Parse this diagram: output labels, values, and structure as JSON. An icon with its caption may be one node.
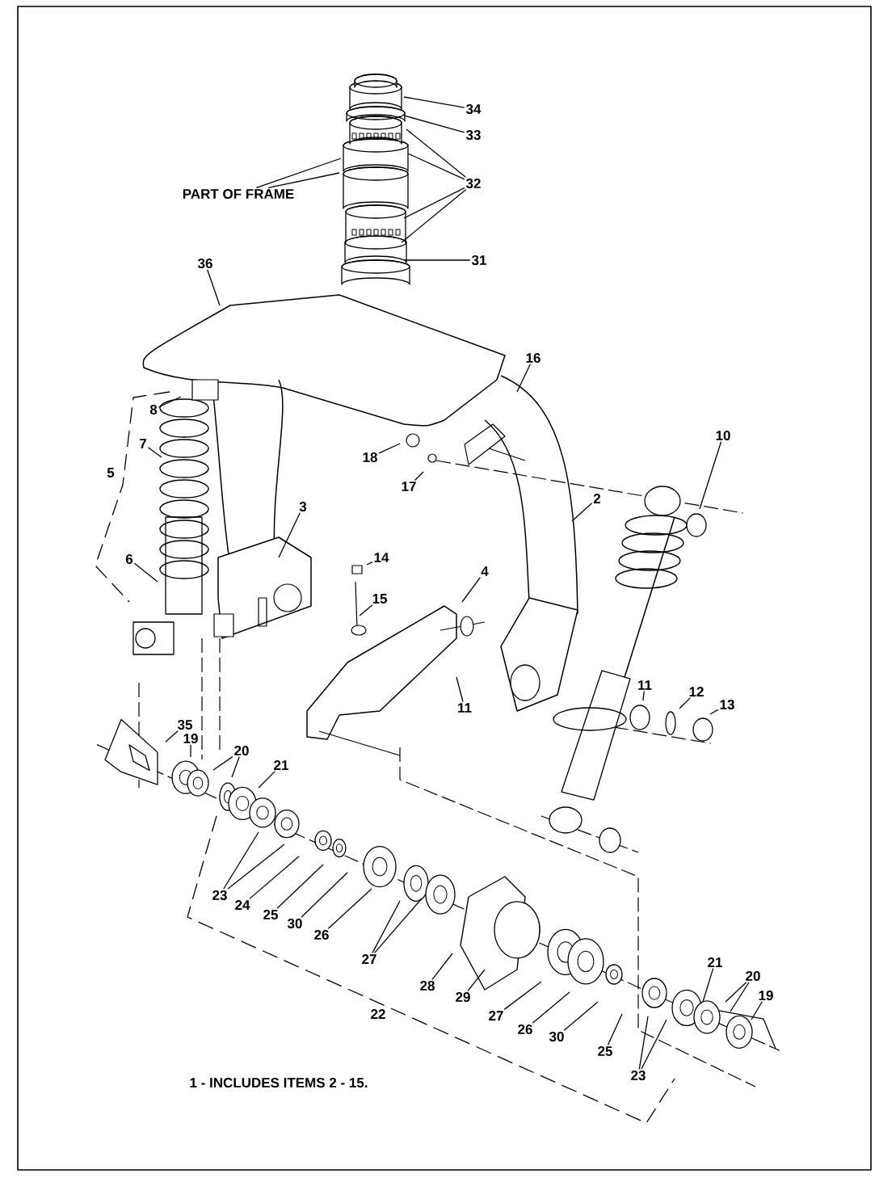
{
  "diagram": {
    "nodes": [
      {
        "text": [
          "34"
        ]
      },
      {
        "text": [
          "33"
        ]
      },
      {
        "text": [
          "PART OF FRAME"
        ]
      },
      {
        "text": [
          "32"
        ]
      },
      {
        "text": [
          "31"
        ]
      },
      {
        "text": [
          "36"
        ]
      },
      {
        "text": [
          "16"
        ]
      },
      {
        "text": [
          "8"
        ]
      },
      {
        "text": [
          "10"
        ]
      },
      {
        "text": [
          "7"
        ]
      },
      {
        "text": [
          "18"
        ]
      },
      {
        "text": [
          "17"
        ]
      },
      {
        "text": [
          "2"
        ]
      },
      {
        "text": [
          "3"
        ]
      },
      {
        "text": [
          "14"
        ]
      },
      {
        "text": [
          "6"
        ]
      },
      {
        "text": [
          "4"
        ]
      },
      {
        "text": [
          "15"
        ]
      },
      {
        "text": [
          "11"
        ]
      },
      {
        "text": [
          "12"
        ]
      },
      {
        "text": [
          "13"
        ]
      },
      {
        "text": [
          "11"
        ]
      },
      {
        "text": [
          "35"
        ]
      },
      {
        "text": [
          "19"
        ]
      },
      {
        "text": [
          "20"
        ]
      },
      {
        "text": [
          "21"
        ]
      },
      {
        "text": [
          "23"
        ]
      },
      {
        "text": [
          "24"
        ]
      },
      {
        "text": [
          "25"
        ]
      },
      {
        "text": [
          "30"
        ]
      },
      {
        "text": [
          "26"
        ]
      },
      {
        "text": [
          "27"
        ]
      },
      {
        "text": [
          "21"
        ]
      },
      {
        "text": [
          "20"
        ]
      },
      {
        "text": [
          "28"
        ]
      },
      {
        "text": [
          "19"
        ]
      },
      {
        "text": [
          "29"
        ]
      },
      {
        "text": [
          "27"
        ]
      },
      {
        "text": [
          "26"
        ]
      },
      {
        "text": [
          "30"
        ]
      },
      {
        "text": [
          "25"
        ]
      },
      {
        "text": [
          "23"
        ]
      }
    ],
    "edges": [
      {
        "from": 0,
        "to": null,
        "arrow": "none"
      },
      {
        "from": 1,
        "to": null,
        "arrow": "none"
      },
      {
        "from": 2,
        "to": null,
        "arrow": "none"
      },
      {
        "from": 2,
        "to": null,
        "arrow": "none"
      },
      {
        "from": 3,
        "to": null,
        "arrow": "none"
      },
      {
        "from": 3,
        "to": null,
        "arrow": "none"
      },
      {
        "from": 3,
        "to": null,
        "arrow": "none"
      },
      {
        "from": 3,
        "to": null,
        "arrow": "none"
      },
      {
        "from": 4,
        "to": null,
        "arrow": "none"
      },
      {
        "from": 5,
        "to": null,
        "arrow": "none"
      },
      {
        "from": 6,
        "to": null,
        "arrow": "none"
      },
      {
        "from": 7,
        "to": null,
        "arrow": "none"
      },
      {
        "from": 8,
        "to": null,
        "arrow": "none"
      },
      {
        "from": 9,
        "to": null,
        "arrow": "none"
      },
      {
        "from": 10,
        "to": null,
        "arrow": "none"
      },
      {
        "from": 11,
        "to": null,
        "arrow": "none"
      },
      {
        "from": 12,
        "to": null,
        "arrow": "none"
      },
      {
        "from": 13,
        "to": null,
        "arrow": "none"
      },
      {
        "from": 14,
        "to": null,
        "arrow": "none"
      },
      {
        "from": 15,
        "to": null,
        "arrow": "none"
      },
      {
        "from": 16,
        "to": null,
        "arrow": "none"
      },
      {
        "from": 17,
        "to": null,
        "arrow": "none"
      },
      {
        "from": 18,
        "to": null,
        "arrow": "none"
      },
      {
        "from": 19,
        "to": null,
        "arrow": "none"
      },
      {
        "from": 20,
        "to": null,
        "arrow": "none"
      },
      {
        "from": 21,
        "to": null,
        "arrow": "none"
      },
      {
        "from": 22,
        "to": null,
        "arrow": "none"
      },
      {
        "from": 23,
        "to": null,
        "arrow": "none"
      },
      {
        "from": 24,
        "to": null,
        "arrow": "none"
      },
      {
        "from": 24,
        "to": null,
        "arrow": "none"
      },
      {
        "from": 25,
        "to": null,
        "arrow": "none"
      },
      {
        "from": 26,
        "to": null,
        "arrow": "none"
      },
      {
        "from": 26,
        "to": null,
        "arrow": "none"
      },
      {
        "from": 27,
        "to": null,
        "arrow": "none"
      },
      {
        "from": 28,
        "to": null,
        "arrow": "none"
      },
      {
        "from": 29,
        "to": null,
        "arrow": "none"
      },
      {
        "from": 30,
        "to": null,
        "arrow": "none"
      },
      {
        "from": 31,
        "to": null,
        "arrow": "none"
      },
      {
        "from": 31,
        "to": null,
        "arrow": "none"
      },
      {
        "from": 32,
        "to": null,
        "arrow": "none"
      },
      {
        "from": 33,
        "to": null,
        "arrow": "none"
      },
      {
        "from": 33,
        "to": null,
        "arrow": "none"
      },
      {
        "from": 34,
        "to": null,
        "arrow": "none"
      },
      {
        "from": 35,
        "to": null,
        "arrow": "none"
      },
      {
        "from": 36,
        "to": null,
        "arrow": "none"
      },
      {
        "from": 37,
        "to": null,
        "arrow": "none"
      },
      {
        "from": 38,
        "to": null,
        "arrow": "none"
      },
      {
        "from": 39,
        "to": null,
        "arrow": "none"
      },
      {
        "from": 40,
        "to": null,
        "arrow": "none"
      },
      {
        "from": 41,
        "to": null,
        "arrow": "none"
      },
      {
        "from": 41,
        "to": null,
        "arrow": "none"
      }
    ],
    "labels": [
      "5",
      "22",
      "1 - INCLUDES ITEMS 2 - 15."
    ]
  }
}
